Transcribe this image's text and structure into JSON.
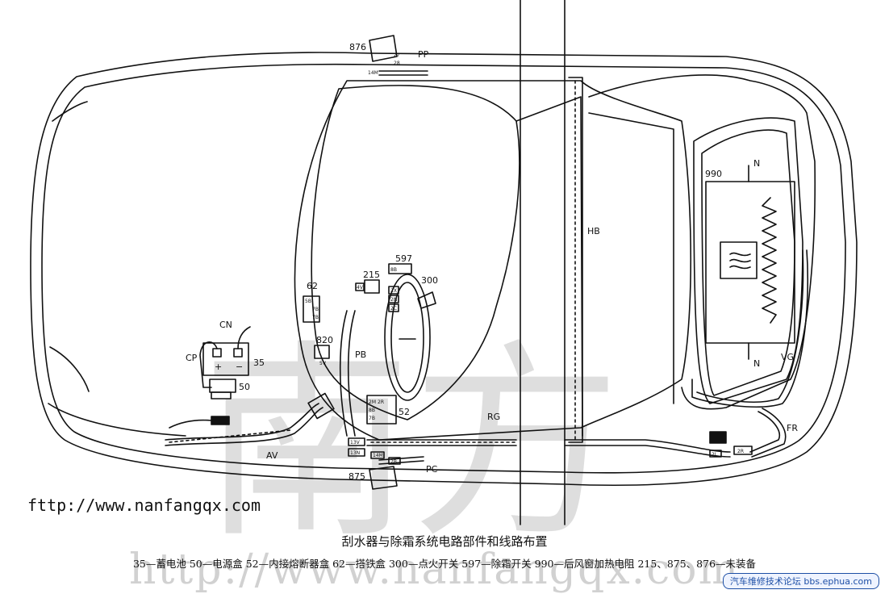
{
  "labels": {
    "c876": "876",
    "c27": "27",
    "c28": "28",
    "c14m_top": "14M",
    "pp": "PP",
    "hb": "HB",
    "c597": "597",
    "c8b": "8B",
    "c215": "215",
    "c300": "300",
    "c62": "62",
    "c5b": "5B",
    "c7b1": "7B",
    "c7b2": "7B",
    "c2x": "2X",
    "c2n": "2N",
    "c2c": "2C",
    "c4v": "4V",
    "cn": "CN",
    "cp": "CP",
    "c35": "35",
    "plus": "+",
    "minus": "−",
    "c50": "50",
    "c820": "820",
    "c5v": "5V",
    "pb": "PB",
    "c52": "52",
    "c2m": "2M",
    "c2r": "2R",
    "c8b2": "8B",
    "c7b3": "7B",
    "rg": "RG",
    "av": "AV",
    "c13v": "13V",
    "c13n": "13N",
    "c14m_bot": "14M",
    "c2b": "2B",
    "pc": "PC",
    "c875": "875",
    "c990": "990",
    "n_top": "N",
    "n_bot": "N",
    "vg": "VG",
    "fr": "FR",
    "c2r_fr": "2R",
    "c2j": "2J"
  },
  "watermark": "南方",
  "ftp_text": "fttp://www.nanfangqx.com",
  "watermark_url": "http://www.nanfangqx.com",
  "caption_title": "刮水器与除霜系统电路部件和线路布置",
  "caption_legend": "35—蓄电池   50—电源盒   52—内接熔断器盒   62—搭铁盒   300—点火开关   597—除霜开关   990—后风窗加热电阻   215、875、876—未装备",
  "badge_text": "汽车维修技术论坛 bbs.ephua.com"
}
